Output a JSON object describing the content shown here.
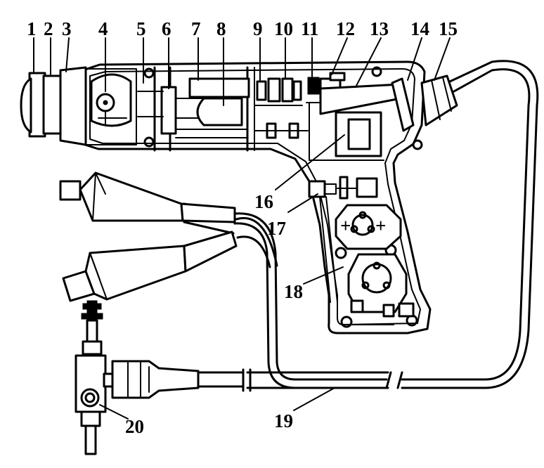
{
  "labels": {
    "l1": "1",
    "l2": "2",
    "l3": "3",
    "l4": "4",
    "l5": "5",
    "l6": "6",
    "l7": "7",
    "l8": "8",
    "l9": "9",
    "l10": "10",
    "l11": "11",
    "l12": "12",
    "l13": "13",
    "l14": "14",
    "l15": "15",
    "l16": "16",
    "l17": "17",
    "l18": "18",
    "l19": "19",
    "l20": "20"
  },
  "marks": {
    "plus_left": "+",
    "plus_right": "+"
  }
}
